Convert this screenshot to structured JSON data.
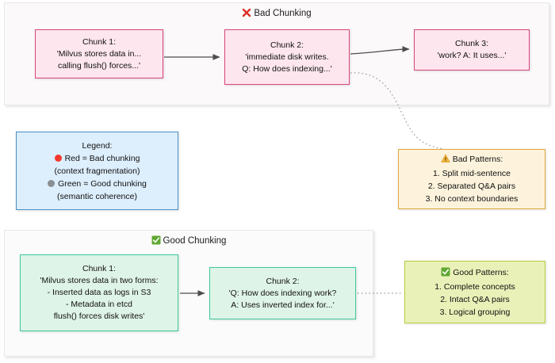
{
  "panels": {
    "bad": {
      "title": "Bad Chunking",
      "icon": "cross-mark-icon"
    },
    "good": {
      "title": "Good Chunking",
      "icon": "check-mark-button-icon"
    }
  },
  "bad_chunks": [
    {
      "name": "bad-chunk-1",
      "lines": [
        "Chunk 1:",
        "'Milvus stores data in...",
        "calling flush() forces...'"
      ]
    },
    {
      "name": "bad-chunk-2",
      "lines": [
        "Chunk 2:",
        "'immediate disk writes.",
        "Q: How does indexing...'"
      ]
    },
    {
      "name": "bad-chunk-3",
      "lines": [
        "Chunk 3:",
        "'work? A: It uses...'"
      ]
    }
  ],
  "good_chunks": [
    {
      "name": "good-chunk-1",
      "lines": [
        "Chunk 1:",
        "'Milvus stores data in two forms:",
        "- Inserted data as logs in S3",
        "- Metadata in etcd",
        "flush() forces disk writes'"
      ]
    },
    {
      "name": "good-chunk-2",
      "lines": [
        "Chunk 2:",
        "'Q: How does indexing work?",
        "A: Uses inverted index for...'"
      ]
    }
  ],
  "legend": {
    "title": "Legend:",
    "entries": [
      {
        "marker": "red-circle-icon",
        "color": "#f2392c",
        "label": "Red = Bad chunking",
        "sub": "(context fragmentation)"
      },
      {
        "marker": "grey-circle-icon",
        "color": "#8a8f94",
        "label": "Green = Good chunking",
        "sub": "(semantic coherence)"
      }
    ]
  },
  "bad_patterns": {
    "icon": "warning-sign-icon",
    "title": "Bad Patterns:",
    "items": [
      "1. Split mid-sentence",
      "2. Separated Q&A pairs",
      "3. No context boundaries"
    ]
  },
  "good_patterns": {
    "icon": "check-mark-button-icon",
    "title": "Good Patterns:",
    "items": [
      "1. Complete concepts",
      "2. Intact Q&A pairs",
      "3. Logical grouping"
    ]
  },
  "colors": {
    "bad_fill": "#fde6ee",
    "bad_stroke": "#d9457f",
    "good_fill": "#dff4e8",
    "good_stroke": "#3cc99a",
    "legend_fill": "#ddeefc",
    "legend_stroke": "#4a90c4",
    "warn_fill": "#fdf3dc",
    "warn_stroke": "#e0a63c",
    "ok_fill": "#eaf1b8",
    "ok_stroke": "#b9cc3f",
    "arrow": "#4d4d4d"
  }
}
